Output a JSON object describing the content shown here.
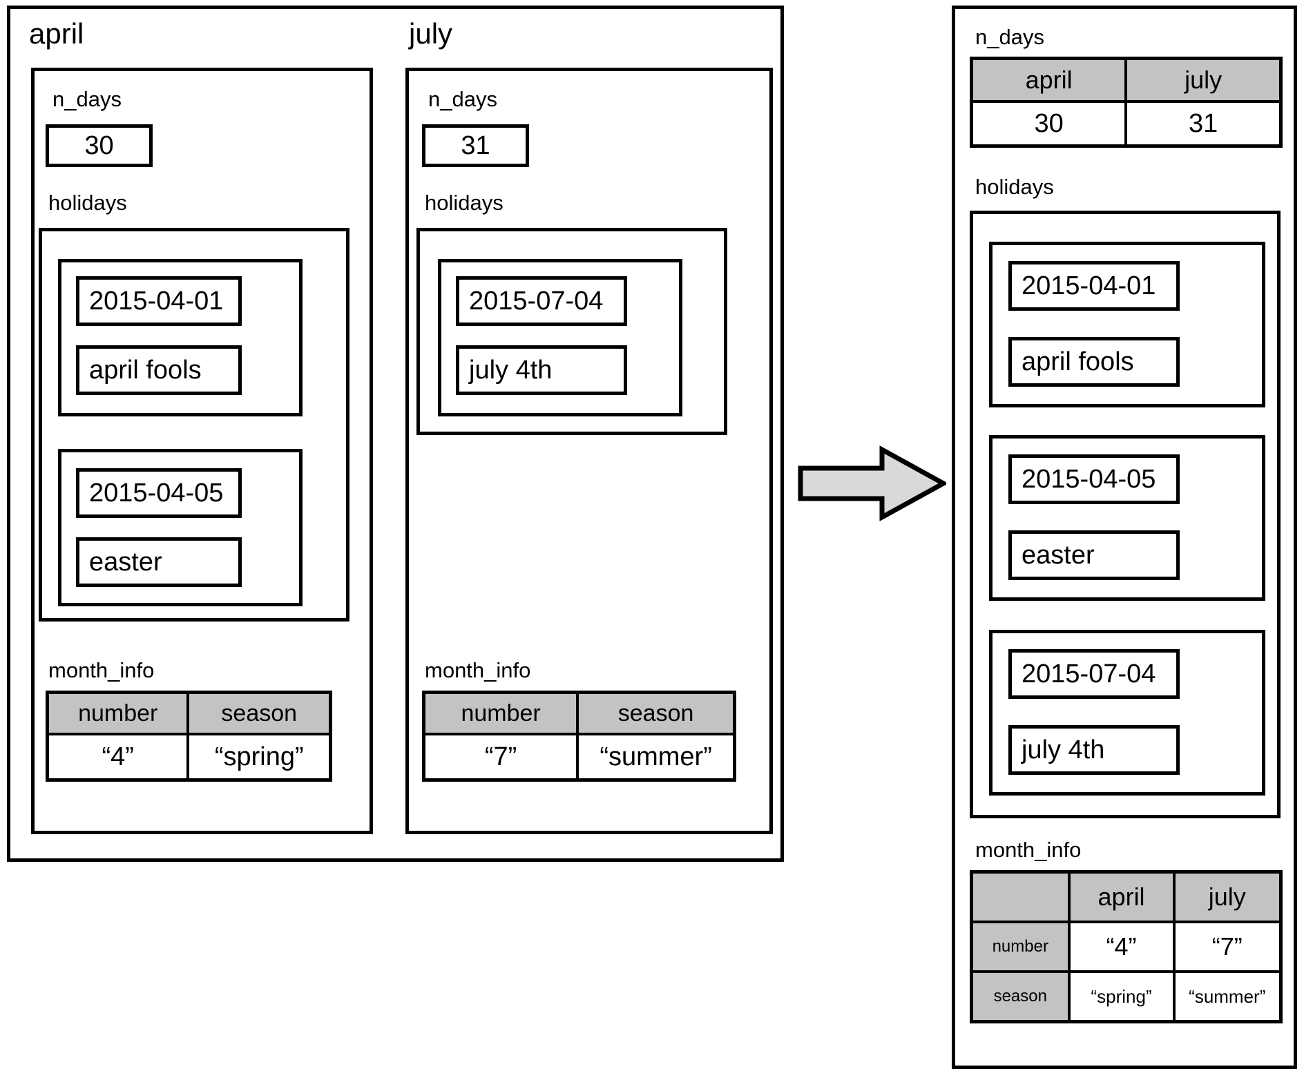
{
  "diagram": {
    "title_hidden": "",
    "arrow": {
      "name": "transformation-arrow",
      "fill": "#d9d9d9",
      "stroke": "#000000"
    }
  },
  "left": {
    "months": [
      {
        "name": "april",
        "n_days_label": "n_days",
        "n_days_value": "30",
        "holidays_label": "holidays",
        "holidays": [
          {
            "date": "2015-04-01",
            "name": "april fools"
          },
          {
            "date": "2015-04-05",
            "name": "easter"
          }
        ],
        "month_info_label": "month_info",
        "month_info": {
          "headers": [
            "number",
            "season"
          ],
          "values": [
            "“4”",
            "“spring”"
          ]
        }
      },
      {
        "name": "july",
        "n_days_label": "n_days",
        "n_days_value": "31",
        "holidays_label": "holidays",
        "holidays": [
          {
            "date": "2015-07-04",
            "name": "july 4th"
          }
        ],
        "month_info_label": "month_info",
        "month_info": {
          "headers": [
            "number",
            "season"
          ],
          "values": [
            "“7”",
            "“summer”"
          ]
        }
      }
    ]
  },
  "right": {
    "n_days_label": "n_days",
    "n_days_table": {
      "headers": [
        "april",
        "july"
      ],
      "values": [
        "30",
        "31"
      ]
    },
    "holidays_label": "holidays",
    "holidays": [
      {
        "date": "2015-04-01",
        "name": "april fools"
      },
      {
        "date": "2015-04-05",
        "name": "easter"
      },
      {
        "date": "2015-07-04",
        "name": "july 4th"
      }
    ],
    "month_info_label": "month_info",
    "month_info": {
      "corner": "",
      "col_headers": [
        "april",
        "july"
      ],
      "row_headers": [
        "number",
        "season"
      ],
      "rows": [
        [
          "“4”",
          "“7”"
        ],
        [
          "“spring”",
          "“summer”"
        ]
      ]
    }
  },
  "colors": {
    "header_gray": "#c3c3c3",
    "arrow_fill": "#d9d9d9",
    "border": "#000000",
    "background": "#ffffff"
  }
}
